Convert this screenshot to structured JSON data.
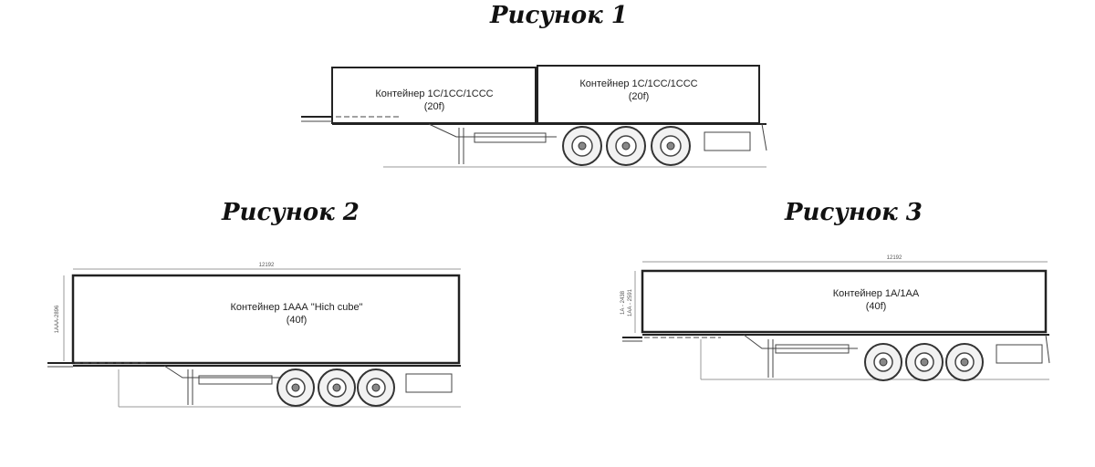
{
  "figures": {
    "fig1": {
      "title": "Рисунок 1",
      "containers": [
        {
          "line1": "Контейнер 1С/1СС/1ССС",
          "line2": "(20f)"
        },
        {
          "line1": "Контейнер 1С/1СС/1ССС",
          "line2": "(20f)"
        }
      ]
    },
    "fig2": {
      "title": "Рисунок 2",
      "container": {
        "line1": "Контейнер 1ААА \"Hich cube\"",
        "line2": "(40f)"
      },
      "length_label": "12192",
      "height_label": "1ААА-2896"
    },
    "fig3": {
      "title": "Рисунок 3",
      "container": {
        "line1": "Контейнер 1А/1АА",
        "line2": "(40f)"
      },
      "length_label": "12192",
      "height_label_1": "1А - 2438",
      "height_label_2": "1АА - 2591"
    }
  },
  "colors": {
    "line": "#222222",
    "background": "#ffffff"
  }
}
